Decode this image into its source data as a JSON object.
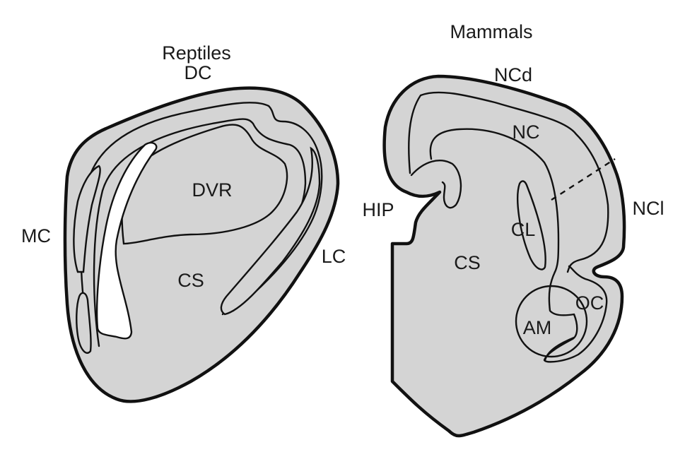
{
  "figure": {
    "panels": [
      {
        "title": "Reptiles",
        "labels": {
          "dc": "DC",
          "dvr": "DVR",
          "mc": "MC",
          "cs": "CS",
          "lc": "LC"
        }
      },
      {
        "title": "Mammals",
        "labels": {
          "ncd": "NCd",
          "nc": "NC",
          "hip": "HIP",
          "ncl": "NCl",
          "cl": "CL",
          "cs": "CS",
          "oc": "OC",
          "am": "AM"
        }
      }
    ],
    "colors": {
      "tissue": "#d4d4d4",
      "outline": "#111111",
      "text": "#1a1a1a"
    }
  }
}
